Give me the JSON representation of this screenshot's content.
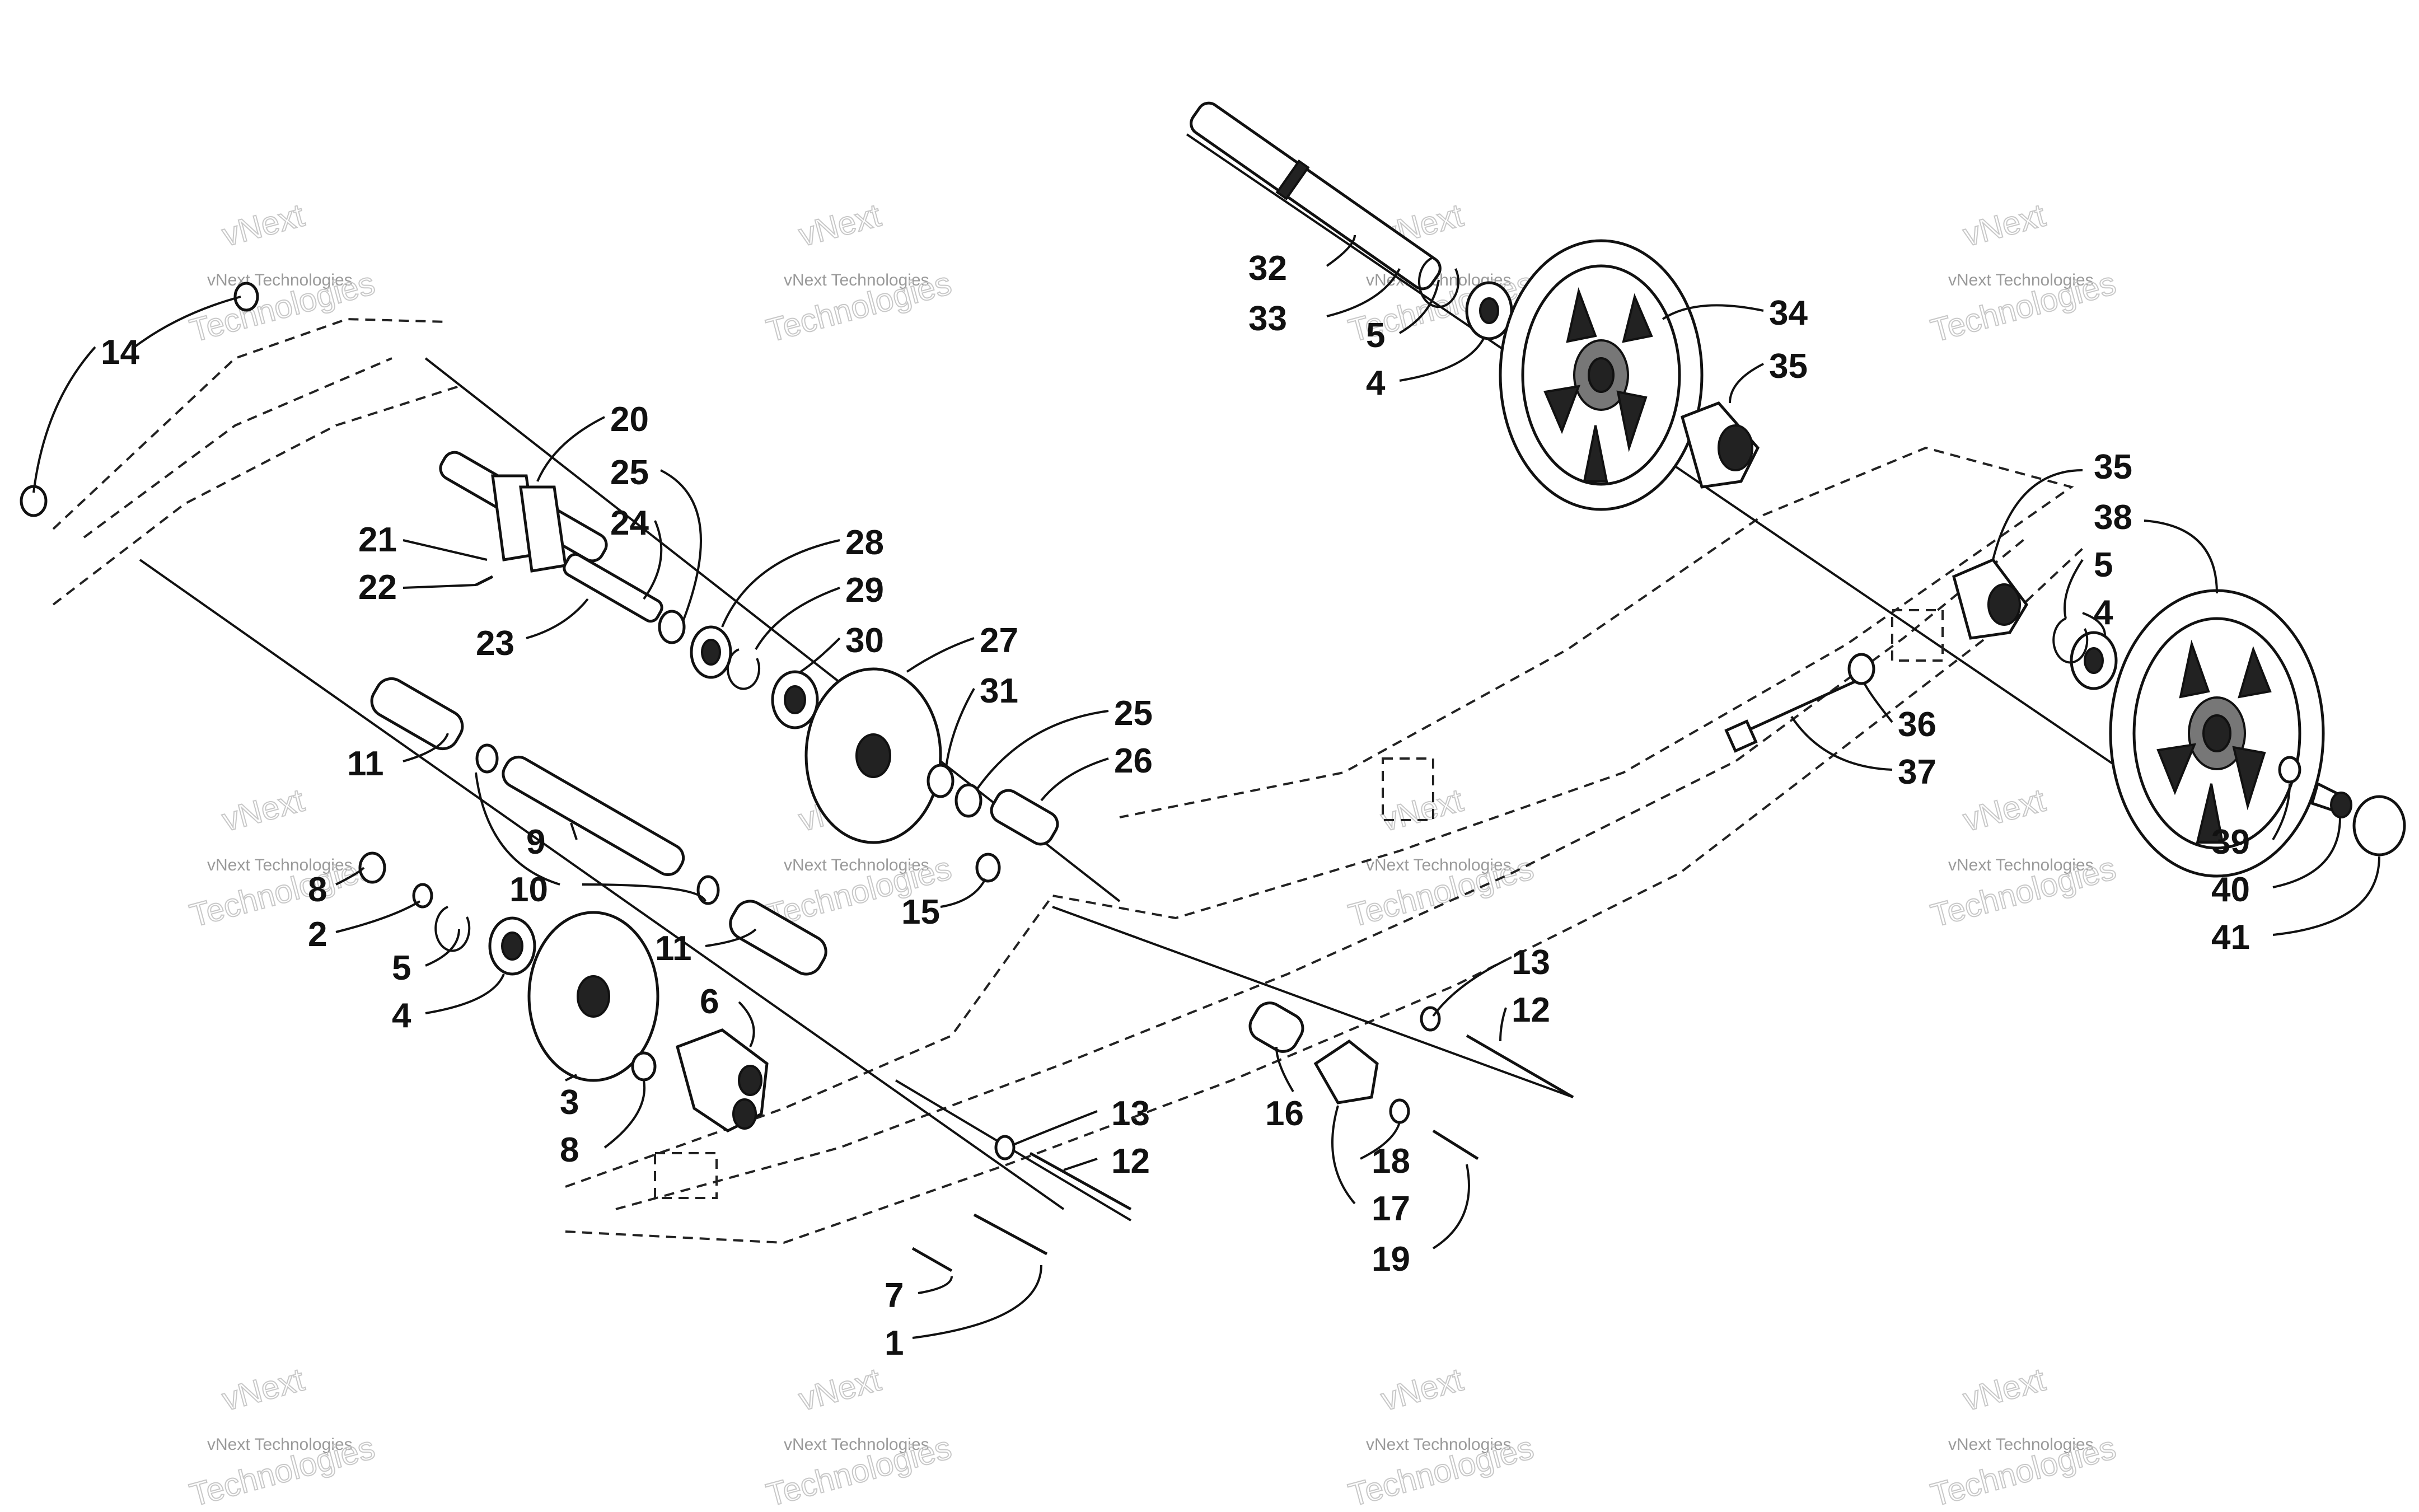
{
  "watermark": {
    "line1": "vNext",
    "line2": "Technologies",
    "caption": "vNext Technologies"
  },
  "callouts": {
    "c1": "1",
    "c2": "2",
    "c3": "3",
    "c4a": "4",
    "c4b": "4",
    "c4c": "4",
    "c5a": "5",
    "c5b": "5",
    "c5c": "5",
    "c6": "6",
    "c7": "7",
    "c8a": "8",
    "c8b": "8",
    "c9": "9",
    "c10": "10",
    "c11a": "11",
    "c11b": "11",
    "c12a": "12",
    "c12b": "12",
    "c13a": "13",
    "c13b": "13",
    "c14": "14",
    "c15": "15",
    "c16": "16",
    "c17": "17",
    "c18": "18",
    "c19": "19",
    "c20": "20",
    "c21": "21",
    "c22": "22",
    "c23": "23",
    "c24": "24",
    "c25a": "25",
    "c25b": "25",
    "c26": "26",
    "c27": "27",
    "c28": "28",
    "c29": "29",
    "c30": "30",
    "c31": "31",
    "c32": "32",
    "c33": "33",
    "c34": "34",
    "c35a": "35",
    "c35b": "35",
    "c36": "36",
    "c37": "37",
    "c38": "38",
    "c39": "39",
    "c40": "40",
    "c41": "41"
  }
}
